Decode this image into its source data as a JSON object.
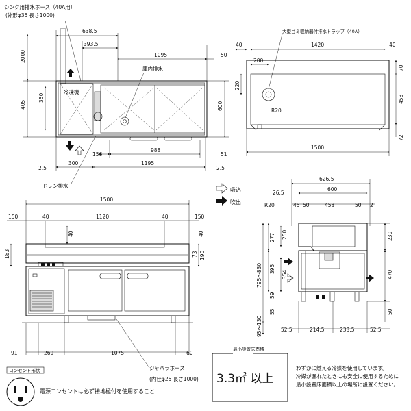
{
  "labels": {
    "sink_hose": "シンク用排水ホース（40A用）",
    "sink_hose_spec": "(外形φ35  長さ1000)",
    "freezer": "冷凍機",
    "tank_drain": "庫内排水",
    "drain_outlet": "ドレン排水",
    "trap": "大型ゴミ収納器付排水トラップ（40A）",
    "intake": "吸込",
    "exhaust": "吹出",
    "jabara_hose": "ジャバラホース",
    "jabara_spec": "(内径φ25  長さ1000)",
    "outlet_shape": "コンセント形状",
    "outlet_note": "電源コンセントは必ず接地極付を使用すること",
    "min_area_title": "最小設置床面積",
    "min_area_value": "3.3㎡ 以上",
    "refrigerant_note_1": "わずかに燃える冷媒を使用しています。",
    "refrigerant_note_2": "冷媒が漏れたときにも安全に使用するために",
    "refrigerant_note_3": "最小設置床面積以上の場所に設置ください。"
  },
  "dims": {
    "plan_638": "638.5",
    "plan_393": "393.5",
    "plan_1095": "1095",
    "plan_50a": "50",
    "plan_2000": "2000",
    "plan_405": "405",
    "plan_350": "350",
    "plan_600": "600",
    "plan_156": "156",
    "plan_988": "988",
    "plan_51": "51",
    "plan_2_5a": "2.5",
    "plan_300": "300",
    "plan_1195": "1195",
    "plan_2_5b": "2.5",
    "sink_40a": "40",
    "sink_1420": "1420",
    "sink_40b": "40",
    "sink_200": "200",
    "sink_220": "220",
    "sink_r20": "R20",
    "sink_70": "70",
    "sink_458": "458",
    "sink_72": "72",
    "sink_1500": "1500",
    "front_1500": "1500",
    "front_150a": "150",
    "front_40a": "40",
    "front_1120": "1120",
    "front_40b": "40",
    "front_150b": "150",
    "front_40c": "40",
    "front_183": "183",
    "front_40d": "40",
    "front_73": "73",
    "front_190": "190",
    "front_91": "91",
    "front_269": "269",
    "front_1075": "1075",
    "front_60": "60",
    "side_626": "626.5",
    "side_26": "26.5",
    "side_600": "600",
    "side_r20": "R20",
    "side_45": "45",
    "side_50a": "50",
    "side_453": "453",
    "side_50b": "50",
    "side_2": "2",
    "side_277": "277",
    "side_250": "250",
    "side_230": "230",
    "side_795": "795～830",
    "side_395": "395",
    "side_354": "354",
    "side_470": "470",
    "side_59": "59",
    "side_55": "55",
    "side_95": "95～130",
    "side_50c": "50",
    "side_52a": "52.5",
    "side_214": "214.5",
    "side_233": "233.5",
    "side_52b": "52.5"
  }
}
